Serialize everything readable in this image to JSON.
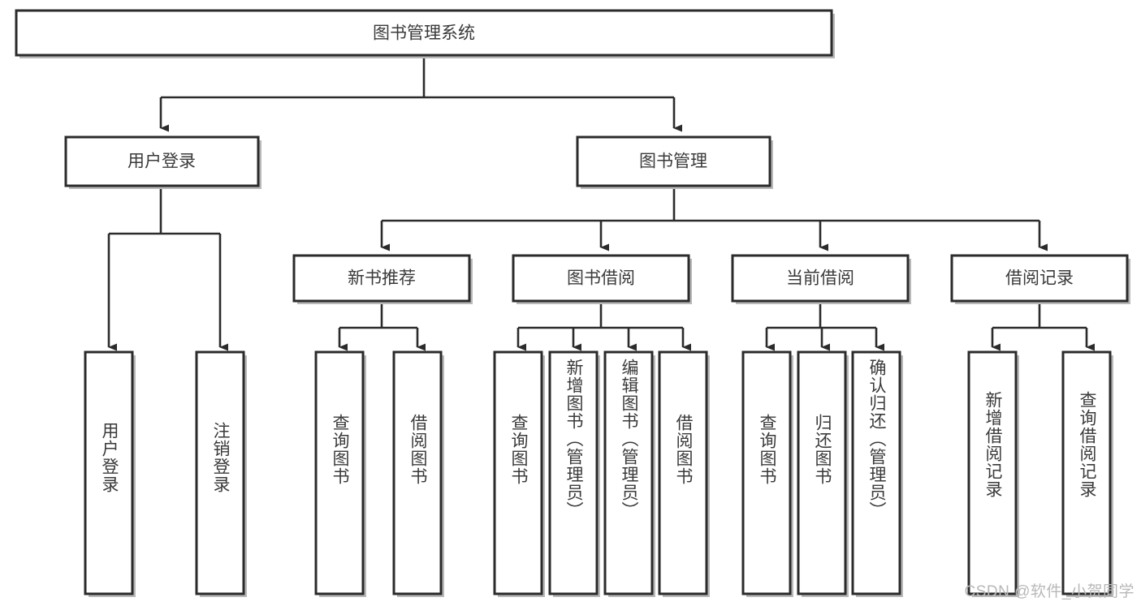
{
  "diagram": {
    "title_node": {
      "label": "图书管理系统"
    },
    "level2": [
      {
        "id": "user-login",
        "label": "用户登录"
      },
      {
        "id": "book-management",
        "label": "图书管理"
      }
    ],
    "level3": [
      {
        "id": "new-book-recommend",
        "label": "新书推荐"
      },
      {
        "id": "book-borrow",
        "label": "图书借阅"
      },
      {
        "id": "current-borrow",
        "label": "当前借阅"
      },
      {
        "id": "borrow-record",
        "label": "借阅记录"
      }
    ],
    "leaves": [
      {
        "id": "leaf-user-login",
        "label": "用户登录",
        "parent": "user-login"
      },
      {
        "id": "leaf-logout-login",
        "label": "注销登录",
        "parent": "user-login"
      },
      {
        "id": "leaf-query-book-1",
        "label": "查询图书",
        "parent": "new-book-recommend"
      },
      {
        "id": "leaf-borrow-book-1",
        "label": "借阅图书",
        "parent": "new-book-recommend"
      },
      {
        "id": "leaf-query-book-2",
        "label": "查询图书",
        "parent": "book-borrow"
      },
      {
        "id": "leaf-add-book",
        "label": "新增图书（管理员）",
        "parent": "book-borrow"
      },
      {
        "id": "leaf-edit-book",
        "label": "编辑图书（管理员）",
        "parent": "book-borrow"
      },
      {
        "id": "leaf-borrow-book-2",
        "label": "借阅图书",
        "parent": "book-borrow"
      },
      {
        "id": "leaf-query-book-3",
        "label": "查询图书",
        "parent": "current-borrow"
      },
      {
        "id": "leaf-return-book",
        "label": "归还图书",
        "parent": "current-borrow"
      },
      {
        "id": "leaf-confirm-return",
        "label": "确认归还（管理员）",
        "parent": "current-borrow"
      },
      {
        "id": "leaf-add-record",
        "label": "新增借阅记录",
        "parent": "borrow-record"
      },
      {
        "id": "leaf-query-record",
        "label": "查询借阅记录",
        "parent": "borrow-record"
      }
    ],
    "colors": {
      "stroke": "#2b2b2b",
      "text": "#3a3a3a",
      "background": "#ffffff",
      "shadow": "#b9b9b9",
      "watermark": "#b8b8b8"
    }
  },
  "watermark": {
    "text": "CSDN @软件_小贺同学"
  }
}
